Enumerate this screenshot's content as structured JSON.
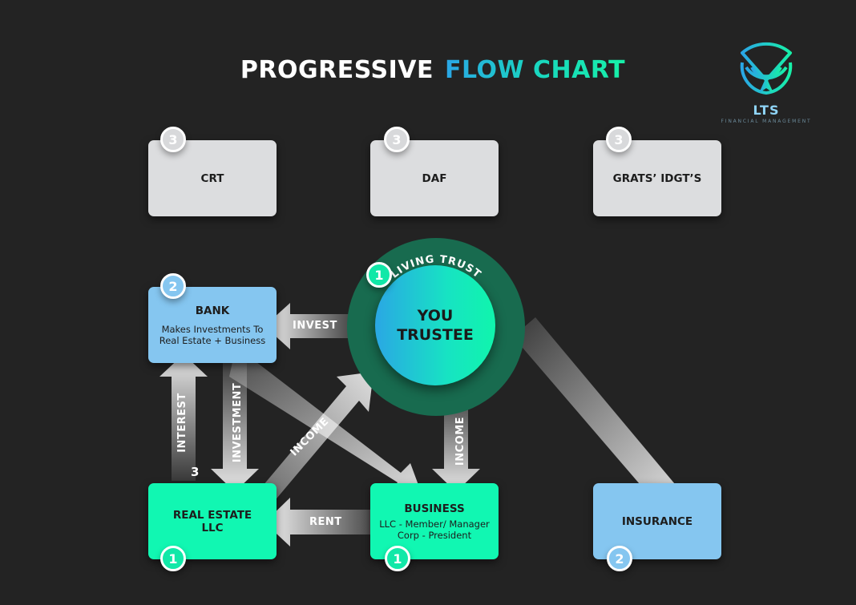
{
  "title": {
    "part1": "PROGRESSIVE",
    "part2": "FLOW CHART"
  },
  "logo": {
    "name": "LTS",
    "tagline": "FINANCIAL MANAGEMENT",
    "icon": "signal-navigation-icon"
  },
  "colors": {
    "background": "#232323",
    "grey_box": "#dcdddf",
    "blue_box": "#85c6f0",
    "green_box": "#11f7b2",
    "ring": "#186b4f",
    "accent_blue": "#2aa6e6",
    "accent_green": "#17f0a8"
  },
  "top_boxes": [
    {
      "label": "CRT",
      "badge": "3"
    },
    {
      "label": "DAF",
      "badge": "3"
    },
    {
      "label": "GRATS’ IDGT’S",
      "badge": "3"
    }
  ],
  "center": {
    "ring_label": "LIVING TRUST",
    "line1": "YOU",
    "line2": "TRUSTEE",
    "badge": "1"
  },
  "bank": {
    "label": "BANK",
    "sub1": "Makes Investments To",
    "sub2": "Real Estate + Business",
    "badge": "2"
  },
  "real_estate": {
    "line1": "REAL ESTATE",
    "line2": "LLC",
    "badge": "1"
  },
  "business": {
    "label": "BUSINESS",
    "sub1": "LLC - Member/ Manager",
    "sub2": "Corp - President",
    "badge": "1"
  },
  "insurance": {
    "label": "INSURANCE",
    "badge": "2"
  },
  "arrows": {
    "invest": "INVEST",
    "interest": "INTEREST",
    "investment": "INVESTMENT",
    "income_diag": "INCOME",
    "income_down": "INCOME",
    "rent": "RENT"
  },
  "stray_number": "3"
}
